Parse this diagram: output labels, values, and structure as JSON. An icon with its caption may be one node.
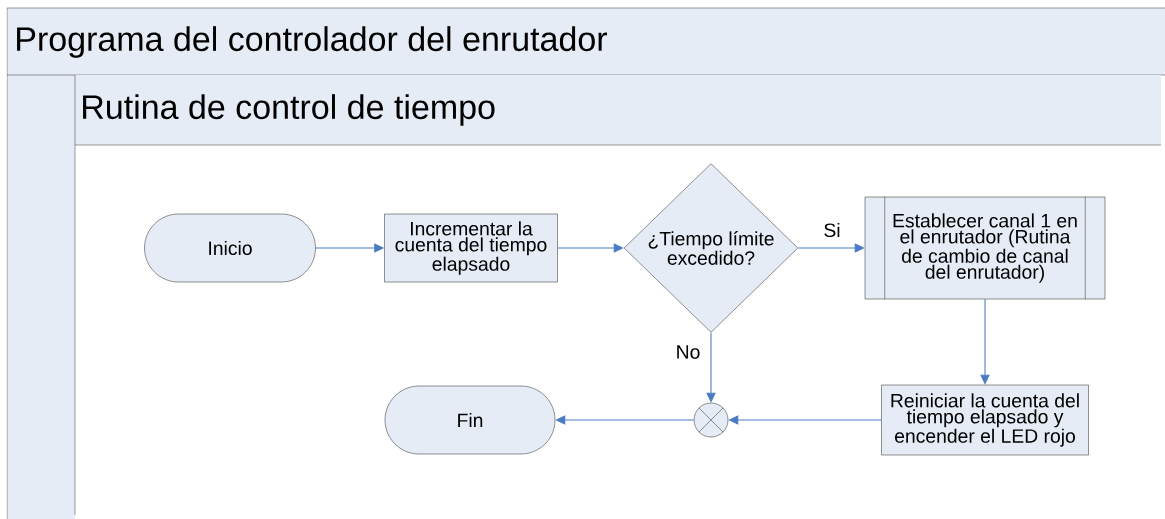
{
  "diagram": {
    "nodes": [
      {
        "text": [
          "Programa del controlador del enrutador"
        ]
      },
      {
        "text": [
          "Rutina de control de tiempo"
        ],
        "in": 0
      },
      {
        "text": [
          "Inicio"
        ],
        "in": 1
      },
      {
        "text": [
          "Incrementar la cuenta del tiempo elapsado"
        ],
        "in": 1
      },
      {
        "text": [
          "¿Tiempo límite excedido?"
        ],
        "in": 1
      },
      {
        "text": [
          "Establecer canal 1 en el enrutador (Rutina de cambio de canal del enrutador)"
        ],
        "in": 1
      },
      {
        "text": [
          "Reiniciar la cuenta del tiempo elapsado y encender el LED rojo"
        ],
        "in": 1
      },
      {
        "text": [],
        "shape": "circle",
        "in": 1
      },
      {
        "text": [
          "Fin"
        ],
        "in": 1
      }
    ],
    "edges": [
      {
        "from": 2,
        "to": 3,
        "arrow": "to"
      },
      {
        "from": 3,
        "to": 4,
        "arrow": "to"
      },
      {
        "from": 4,
        "to": 5,
        "arrow": "to",
        "label": "Si"
      },
      {
        "from": 5,
        "to": 6,
        "arrow": "to"
      },
      {
        "from": 4,
        "to": 7,
        "arrow": "to",
        "label": "No"
      },
      {
        "from": 6,
        "to": 7,
        "arrow": "to"
      },
      {
        "from": 7,
        "to": 8,
        "arrow": "to"
      }
    ]
  }
}
